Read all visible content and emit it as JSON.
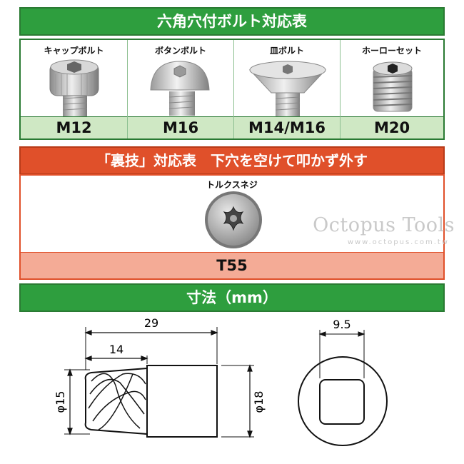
{
  "compat_table": {
    "title": "六角穴付ボルト対応表",
    "items": [
      {
        "name": "キャップボルト",
        "size": "M12",
        "icon": "cap-bolt-icon"
      },
      {
        "name": "ボタンボルト",
        "size": "M16",
        "icon": "button-bolt-icon"
      },
      {
        "name": "皿ボルト",
        "size": "M14/M16",
        "icon": "flat-bolt-icon"
      },
      {
        "name": "ホーローセット",
        "size": "M20",
        "icon": "set-screw-icon"
      }
    ]
  },
  "reverse_table": {
    "title": "「裏技」対応表　下穴を空けて叩かず外す",
    "item_name": "トルクスネジ",
    "size": "T55",
    "icon": "torx-screw-icon"
  },
  "watermark": {
    "brand": "Octopus Tools",
    "url": "www.octopus.com.tw"
  },
  "dimensions": {
    "title": "寸法（mm）",
    "total_length": "29",
    "thread_length": "14",
    "thread_dia": "φ15",
    "body_dia": "φ18",
    "square_drive": "9.5"
  },
  "colors": {
    "green": "#2e9e3e",
    "light_green": "#cfe8c4",
    "orange_red": "#e0502a",
    "salmon": "#f4ab96"
  }
}
